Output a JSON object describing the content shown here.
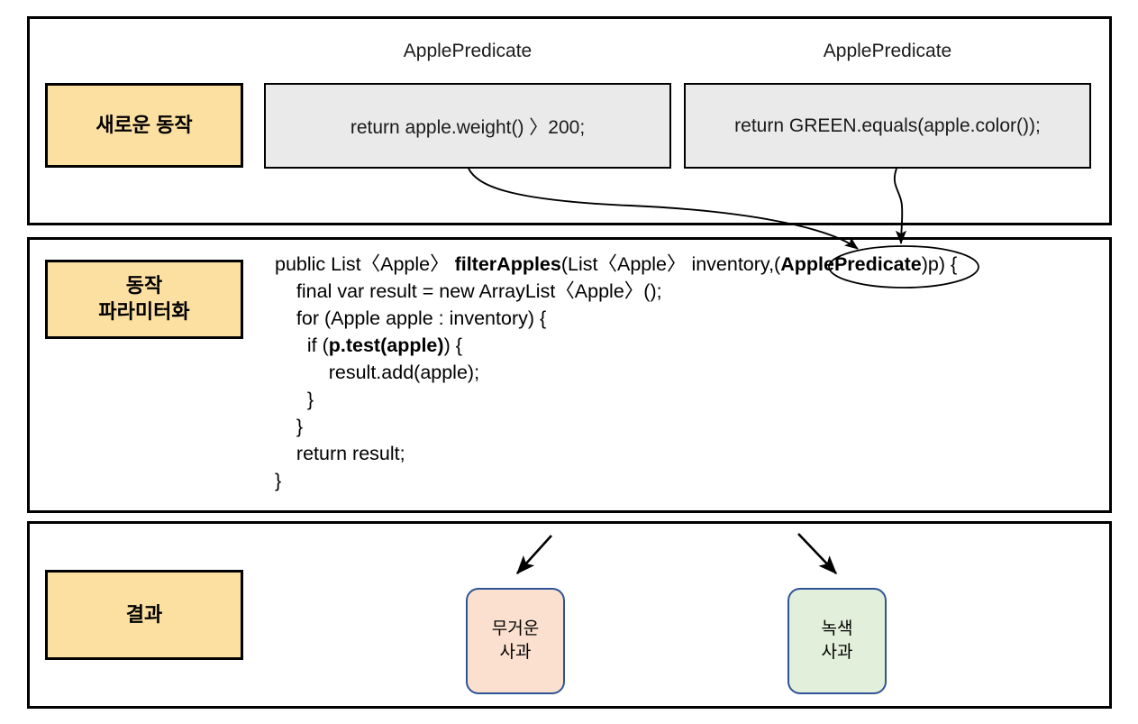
{
  "diagram": {
    "title": "Behaviour parameterization of filterApples with ApplePredicate",
    "panels": [
      {
        "id": "new-behaviour",
        "label": "새로운 동작"
      },
      {
        "id": "parameterize",
        "label": "동작\n파라미터화"
      },
      {
        "id": "result",
        "label": "결과"
      }
    ]
  },
  "row_new_behaviour": {
    "label_line1": "새로운 동작",
    "snippets": [
      {
        "caption": "ApplePredicate",
        "code": "return apple.weight() 〉200;"
      },
      {
        "caption": "ApplePredicate",
        "code": "return GREEN.equals(apple.color());"
      }
    ]
  },
  "row_parameterize": {
    "label_line1": "동작",
    "label_line2": "파라미터화",
    "code_lines": [
      {
        "indent": "",
        "parts": [
          {
            "text": "public List〈Apple〉 ",
            "bold": false
          },
          {
            "text": "filterApples",
            "bold": true
          },
          {
            "text": "(List〈Apple〉 inventory,(",
            "bold": false
          },
          {
            "text": "ApplePredicate",
            "bold": true
          },
          {
            "text": ")p) {",
            "bold": false
          }
        ]
      },
      {
        "indent": "    ",
        "parts": [
          {
            "text": "final var result = new ArrayList〈Apple〉();",
            "bold": false
          }
        ]
      },
      {
        "indent": "    ",
        "parts": [
          {
            "text": "for (Apple apple : inventory) {",
            "bold": false
          }
        ]
      },
      {
        "indent": "      ",
        "parts": [
          {
            "text": "if (",
            "bold": false
          },
          {
            "text": "p.test(apple)",
            "bold": true
          },
          {
            "text": ") {",
            "bold": false
          }
        ]
      },
      {
        "indent": "          ",
        "parts": [
          {
            "text": "result.add(apple);",
            "bold": false
          }
        ]
      },
      {
        "indent": "      ",
        "parts": [
          {
            "text": "}",
            "bold": false
          }
        ]
      },
      {
        "indent": "    ",
        "parts": [
          {
            "text": "}",
            "bold": false
          }
        ]
      },
      {
        "indent": "    ",
        "parts": [
          {
            "text": "return result;",
            "bold": false
          }
        ]
      },
      {
        "indent": "",
        "parts": [
          {
            "text": "}",
            "bold": false
          }
        ]
      }
    ],
    "highlighted_token": "ApplePredicate"
  },
  "row_result": {
    "label_line1": "결과",
    "boxes": [
      {
        "line1": "무거운",
        "line2": "사과",
        "fill": "#FBE0D0",
        "border": "#2F5496"
      },
      {
        "line1": "녹색",
        "line2": "사과",
        "fill": "#E2EFDA",
        "border": "#2F5496"
      }
    ]
  },
  "colors": {
    "label_fill": "#FCE0A2",
    "snippet_fill": "#EAEAEA",
    "panel_border": "#000000",
    "rounded_border": "#2F5496",
    "arrow": "#000000"
  }
}
